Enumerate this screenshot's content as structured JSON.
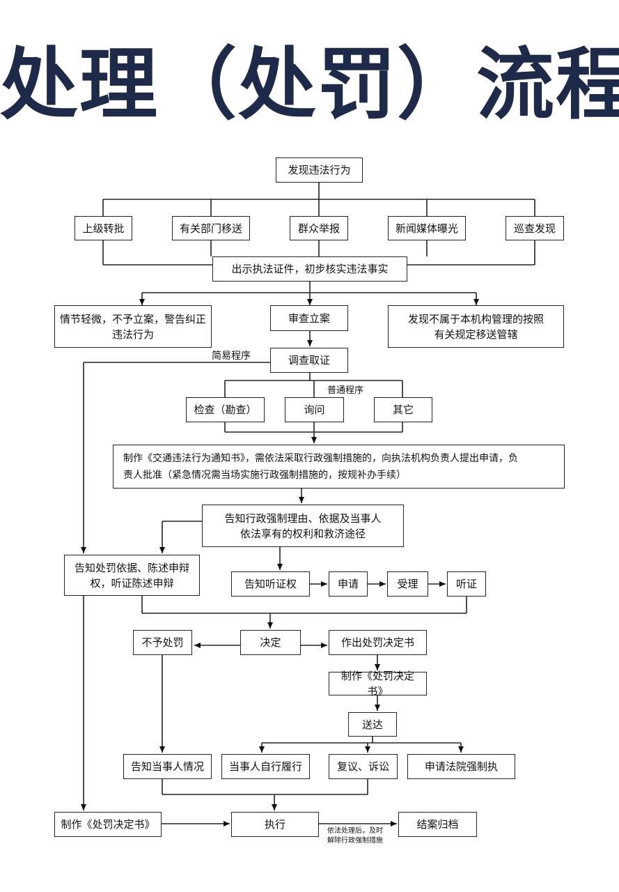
{
  "title": "处理（处罚）流程",
  "nodes": {
    "discover": "发现违法行为",
    "src1": "上级转批",
    "src2": "有关部门移送",
    "src3": "群众举报",
    "src4": "新闻媒体曝光",
    "src5": "巡查发现",
    "verify": "出示执法证件，初步核实违法事实",
    "minor_l1": "情节轻微，不予立案，警告纠正",
    "minor_l2": "违法行为",
    "register": "审查立案",
    "transfer_l1": "发现不属于本机构管理的按照",
    "transfer_l2": "有关规定移送管辖",
    "investigate": "调查取证",
    "inspect": "检查（勘查）",
    "inquire": "询问",
    "other": "其它",
    "notice_l1": "制作《交通违法行为通知书》，需依法采取行政强制措施的，向执法机构负责人提出申请，负",
    "notice_l2": "责人批准（紧急情况需当场实施行政强制措施的，按规补办手续）",
    "inform_coercive_l1": "告知行政强制理由、依据及当事人",
    "inform_coercive_l2": "依法享有的权利和救济途径",
    "inform_basis_l1": "告知处罚依据、陈述申辩",
    "inform_basis_l2": "权，听证陈述申辩",
    "hearing_right": "告知听证权",
    "apply": "申请",
    "accept": "受理",
    "hearing": "听证",
    "no_penalty": "不予处罚",
    "decide": "决定",
    "make_decision": "作出处罚决定书",
    "make_doc": "制作《处罚决定书》",
    "deliver": "送达",
    "inform_party": "告知当事人情况",
    "self_perform": "当事人自行履行",
    "review": "复议、诉讼",
    "court": "申请法院强制执",
    "make_doc_simple": "制作《处罚决定书》",
    "execute": "执行",
    "archive": "结案归档"
  },
  "labels": {
    "simple": "简易程序",
    "normal": "普通程序",
    "release_l1": "依法处理后，及时",
    "release_l2": "解除行政强制措施"
  }
}
